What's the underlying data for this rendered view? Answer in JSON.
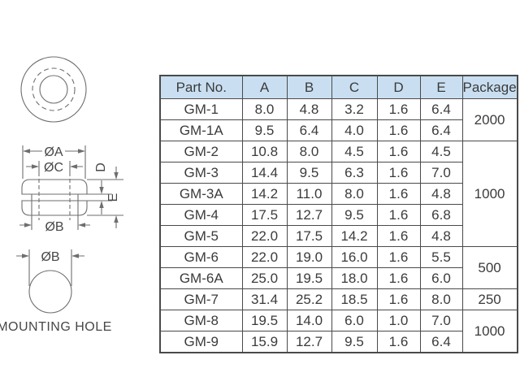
{
  "diagram": {
    "caption": "MOUNTING HOLE",
    "labels": {
      "dia_a": "ØA",
      "dia_c": "ØC",
      "depth_d": "D",
      "depth_e": "E",
      "dia_b_section": "ØB",
      "dia_b_hole": "ØB"
    }
  },
  "table": {
    "headers": [
      "Part No.",
      "A",
      "B",
      "C",
      "D",
      "E",
      "Package"
    ],
    "rows": [
      {
        "part_no": "GM-1",
        "a": "8.0",
        "b": "4.8",
        "c": "3.2",
        "d": "1.6",
        "e": "6.4"
      },
      {
        "part_no": "GM-1A",
        "a": "9.5",
        "b": "6.4",
        "c": "4.0",
        "d": "1.6",
        "e": "6.4"
      },
      {
        "part_no": "GM-2",
        "a": "10.8",
        "b": "8.0",
        "c": "4.5",
        "d": "1.6",
        "e": "4.5"
      },
      {
        "part_no": "GM-3",
        "a": "14.4",
        "b": "9.5",
        "c": "6.3",
        "d": "1.6",
        "e": "7.0"
      },
      {
        "part_no": "GM-3A",
        "a": "14.2",
        "b": "11.0",
        "c": "8.0",
        "d": "1.6",
        "e": "4.8"
      },
      {
        "part_no": "GM-4",
        "a": "17.5",
        "b": "12.7",
        "c": "9.5",
        "d": "1.6",
        "e": "6.8"
      },
      {
        "part_no": "GM-5",
        "a": "22.0",
        "b": "17.5",
        "c": "14.2",
        "d": "1.6",
        "e": "4.8"
      },
      {
        "part_no": "GM-6",
        "a": "22.0",
        "b": "19.0",
        "c": "16.0",
        "d": "1.6",
        "e": "5.5"
      },
      {
        "part_no": "GM-6A",
        "a": "25.0",
        "b": "19.5",
        "c": "18.0",
        "d": "1.6",
        "e": "6.0"
      },
      {
        "part_no": "GM-7",
        "a": "31.4",
        "b": "25.2",
        "c": "18.5",
        "d": "1.6",
        "e": "8.0"
      },
      {
        "part_no": "GM-8",
        "a": "19.5",
        "b": "14.0",
        "c": "6.0",
        "d": "1.0",
        "e": "7.0"
      },
      {
        "part_no": "GM-9",
        "a": "15.9",
        "b": "12.7",
        "c": "9.5",
        "d": "1.6",
        "e": "6.4"
      }
    ],
    "package_groups": [
      {
        "label": "2000",
        "row_span": 2
      },
      {
        "label": "1000",
        "row_span": 5
      },
      {
        "label": "500",
        "row_span": 2
      },
      {
        "label": "250",
        "row_span": 1
      },
      {
        "label": "1000",
        "row_span": 2
      }
    ]
  },
  "colors": {
    "header_bg": "#c9dff1",
    "grid_border": "#4a4a4a",
    "text": "#3b3b3b",
    "diagram_line": "#6e6e6e"
  }
}
